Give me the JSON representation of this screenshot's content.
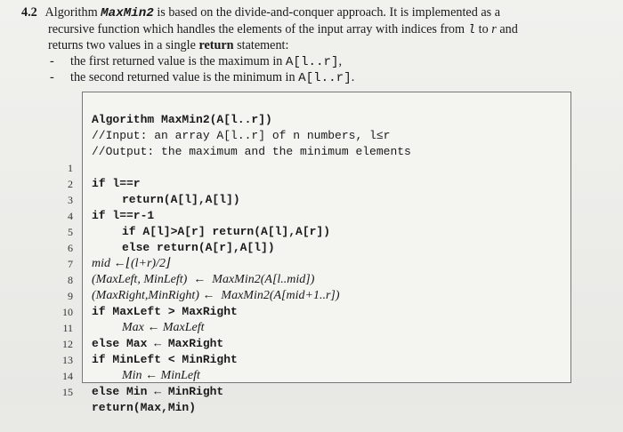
{
  "question": {
    "number": "4.2",
    "line1_a": "Algorithm",
    "algo_name": "MaxMin2",
    "line1_b": "is based on the divide-and-conquer approach. It is implemented as a",
    "line2_a": "recursive function which handles the elements of the input array with indices from",
    "var_l": "l",
    "to": "to",
    "var_r": "r",
    "and": "and",
    "line3_a": "returns two values in a single",
    "return_kw": "return",
    "line3_b": "statement:",
    "bullet1_a": "the first returned value is the maximum in",
    "bullet1_code": "A[l..r]",
    "bullet1_end": ",",
    "bullet2_a": "the second returned value is the minimum in",
    "bullet2_code": "A[l..r]",
    "bullet2_end": "."
  },
  "algorithm": {
    "header": "Algorithm MaxMin2(A[l..r])",
    "input": "//Input: an array A[l..r] of n numbers, l≤r",
    "output": "//Output: the maximum and the minimum elements",
    "lines": [
      {
        "n": "1",
        "text": "if l==r"
      },
      {
        "n": "2",
        "text": "return(A[l],A[l])"
      },
      {
        "n": "3",
        "text": "if l==r-1"
      },
      {
        "n": "4",
        "text": "if A[l]>A[r] return(A[l],A[r])"
      },
      {
        "n": "5",
        "text": "else return(A[r],A[l])"
      },
      {
        "n": "6",
        "text": "mid ←⌊(l+r)/2⌋"
      },
      {
        "n": "7",
        "text": "(MaxLeft, MinLeft)  ←  MaxMin2(A[l..mid])"
      },
      {
        "n": "8",
        "text": "(MaxRight,MinRight) ←  MaxMin2(A[mid+1..r])"
      },
      {
        "n": "9",
        "text": "if MaxLeft > MaxRight"
      },
      {
        "n": "10",
        "text": "Max ← MaxLeft"
      },
      {
        "n": "11",
        "text": "else Max ← MaxRight"
      },
      {
        "n": "12",
        "text": "if MinLeft < MinRight"
      },
      {
        "n": "13",
        "text": "Min ← MinLeft"
      },
      {
        "n": "14",
        "text": "else Min ← MinRight"
      },
      {
        "n": "15",
        "text": "return(Max,Min)"
      }
    ]
  }
}
